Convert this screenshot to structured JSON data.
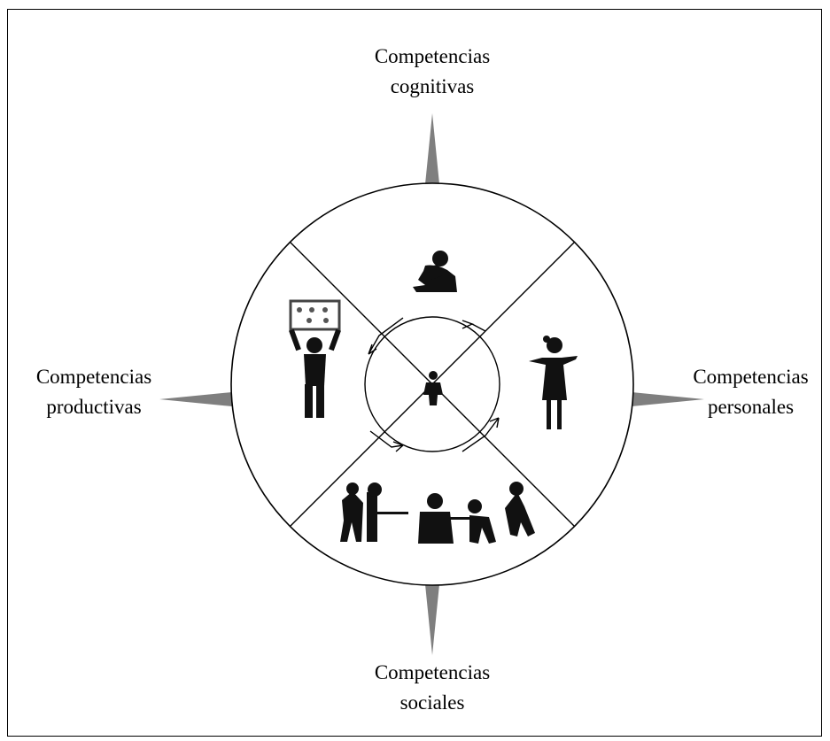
{
  "labels": {
    "top": {
      "line1": "Competencias",
      "line2": "cognitivas"
    },
    "left": {
      "line1": "Competencias",
      "line2": "productivas"
    },
    "right": {
      "line1": "Competencias",
      "line2": "personales"
    },
    "bottom": {
      "line1": "Competencias",
      "line2": "sociales"
    }
  },
  "colors": {
    "pointer": "#7f7f7f",
    "line": "#000000",
    "figure": "#111111"
  }
}
